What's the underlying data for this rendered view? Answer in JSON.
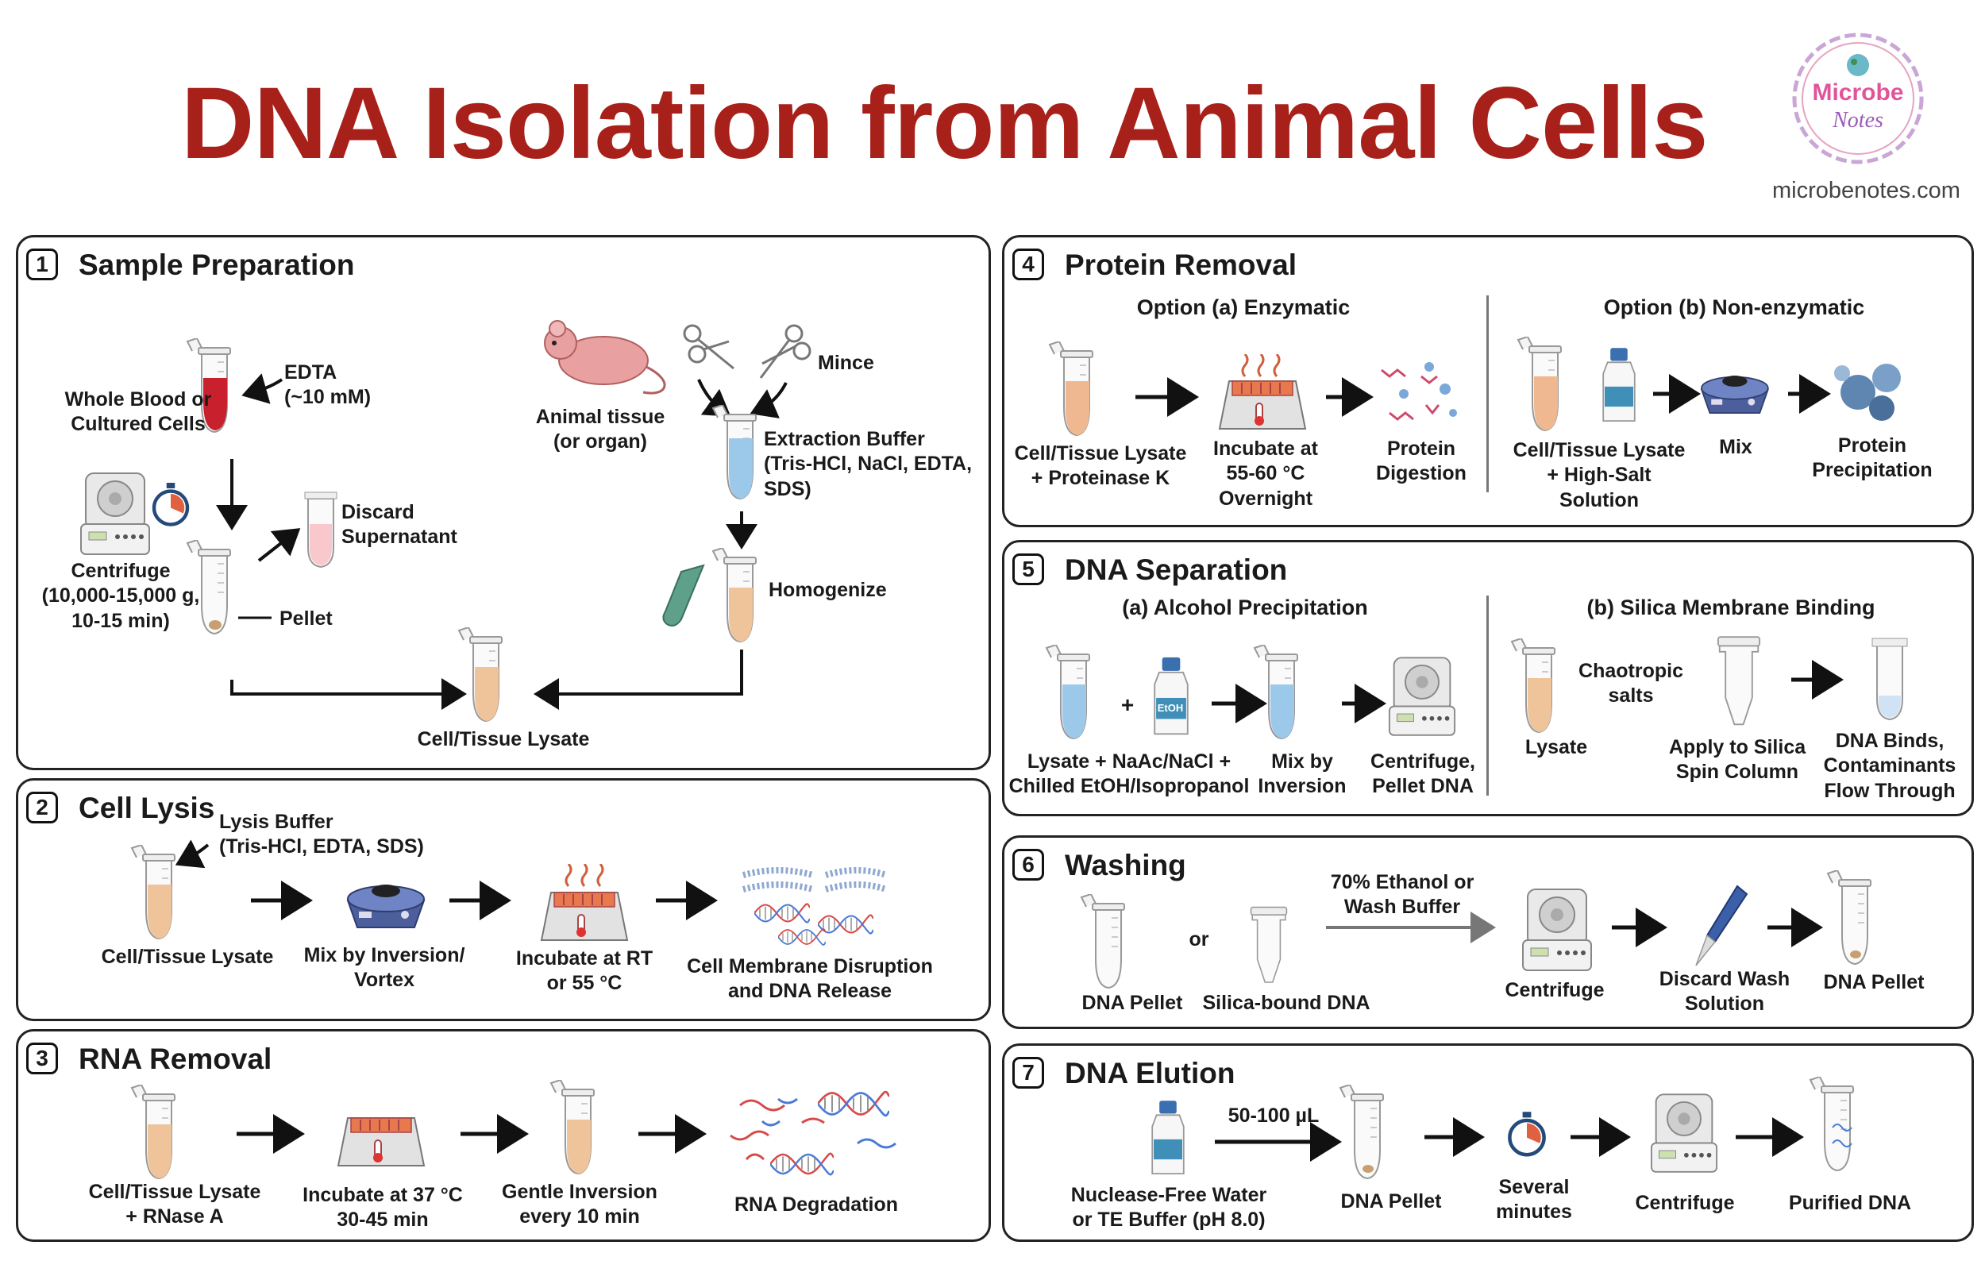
{
  "title": "DNA Isolation from Animal Cells",
  "logo": {
    "line1": "Microbe",
    "line2": "Notes"
  },
  "site": "microbenotes.com",
  "colors": {
    "title": "#a8201a",
    "tube_red": "#c8202c",
    "tube_peach": "#f0c49a",
    "tube_blue": "#9cc8ea",
    "device": "#5a6fa8"
  },
  "p1": {
    "num": "1",
    "title": "Sample Preparation",
    "blood": "Whole Blood or\nCultured Cells",
    "edta": "EDTA\n(~10 mM)",
    "centrifuge": "Centrifuge\n(10,000-15,000 g,\n10-15 min)",
    "discard": "Discard\nSupernatant",
    "pellet": "Pellet",
    "animal": "Animal tissue\n(or organ)",
    "mince": "Mince",
    "buffer": "Extraction Buffer\n(Tris-HCl, NaCl, EDTA,\nSDS)",
    "homogenize": "Homogenize",
    "lysate": "Cell/Tissue Lysate"
  },
  "p2": {
    "num": "2",
    "title": "Cell Lysis",
    "buffer": "Lysis Buffer\n(Tris-HCl, EDTA, SDS)",
    "s1": "Cell/Tissue Lysate",
    "s2": "Mix by Inversion/\nVortex",
    "s3": "Incubate at RT\nor 55 °C",
    "s4": "Cell Membrane Disruption\nand DNA Release"
  },
  "p3": {
    "num": "3",
    "title": "RNA Removal",
    "s1": "Cell/Tissue Lysate\n+ RNase A",
    "s2": "Incubate  at  37 °C\n30-45 min",
    "s3": "Gentle Inversion\nevery 10 min",
    "s4": "RNA Degradation"
  },
  "p4": {
    "num": "4",
    "title": "Protein Removal",
    "opt_a": "Option (a) Enzymatic",
    "opt_b": "Option (b) Non-enzymatic",
    "a1": "Cell/Tissue Lysate\n+ Proteinase K",
    "a2": "Incubate  at\n55-60 °C\nOvernight",
    "a3": "Protein\nDigestion",
    "b1": "Cell/Tissue Lysate\n+ High-Salt\nSolution",
    "b2": "Mix",
    "b3": "Protein\nPrecipitation"
  },
  "p5": {
    "num": "5",
    "title": "DNA Separation",
    "opt_a": "(a) Alcohol Precipitation",
    "opt_b": "(b) Silica Membrane Binding",
    "a1": "Lysate + NaAc/NaCl +\nChilled EtOH/Isopropanol",
    "plus": "+",
    "bottle": "EtOH",
    "a2": "Mix by\nInversion",
    "a3": "Centrifuge,\nPellet DNA",
    "b0": "Chaotropic\nsalts",
    "b1": "Lysate",
    "b2": "Apply to Silica\nSpin Column",
    "b3": "DNA Binds,\nContaminants\nFlow Through"
  },
  "p6": {
    "num": "6",
    "title": "Washing",
    "s1": "DNA Pellet",
    "or": "or",
    "s2": "Silica-bound DNA",
    "wash": "70% Ethanol or\nWash Buffer",
    "s3": "Centrifuge",
    "s4": "Discard Wash\nSolution",
    "s5": "DNA Pellet"
  },
  "p7": {
    "num": "7",
    "title": "DNA Elution",
    "vol": "50-100 µL",
    "s1": "Nuclease-Free Water\nor TE Buffer (pH 8.0)",
    "s2": "DNA Pellet",
    "s3": "Several\nminutes",
    "s4": "Centrifuge",
    "s5": "Purified DNA"
  }
}
